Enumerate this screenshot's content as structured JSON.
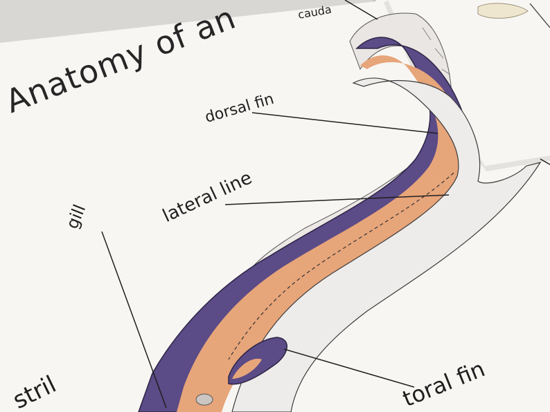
{
  "title": "Anatomy of an",
  "labels": {
    "dorsal_fin": "dorsal fin",
    "lateral_line": "lateral line",
    "gill": "gill",
    "nostril": "stril",
    "pectoral_fin": "toral fin",
    "caudal": "cauda"
  },
  "colors": {
    "paper": "#f7f6f3",
    "body_purple": "#5b4b86",
    "body_orange": "#e7a57a",
    "belly": "#eeeceb",
    "ink": "#1f1f1f"
  }
}
